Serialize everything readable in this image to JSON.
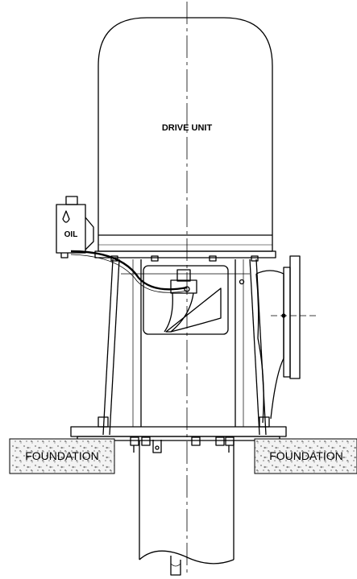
{
  "labels": {
    "drive_unit": "DRIVE UNIT",
    "oil": "OIL",
    "foundation_left": "FOUNDATION",
    "foundation_right": "FOUNDATION"
  },
  "colors": {
    "line": "#000000",
    "background": "#ffffff",
    "concrete_fill": "#f0f0f0"
  },
  "icons": {
    "oil_drop": "oil-drop-icon"
  }
}
